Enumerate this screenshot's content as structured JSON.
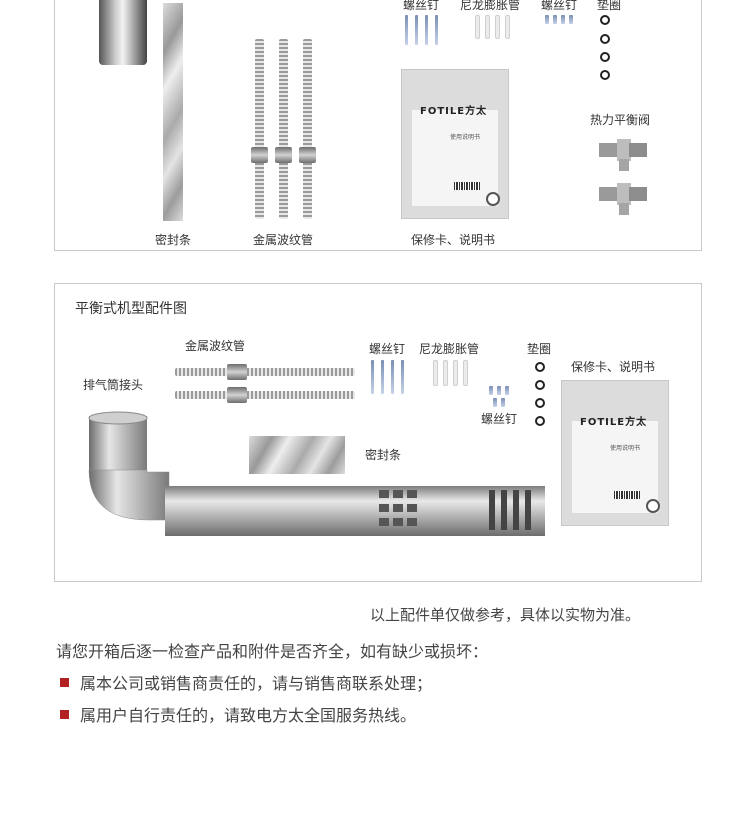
{
  "panel1": {
    "labels": {
      "screw_top": "螺丝钉",
      "nylon_anchor": "尼龙膨胀管",
      "screw_top2": "螺丝钉",
      "gasket": "垫圈",
      "thermal_valve": "热力平衡阀",
      "seal_strip": "密封条",
      "metal_hose": "金属波纹管",
      "warranty_manual": "保修卡、说明书"
    }
  },
  "panel2": {
    "title": "平衡式机型配件图",
    "labels": {
      "metal_hose": "金属波纹管",
      "screw": "螺丝钉",
      "nylon_anchor": "尼龙膨胀管",
      "gasket": "垫圈",
      "warranty_manual": "保修卡、说明书",
      "exhaust_joint": "排气筒接头",
      "screw2": "螺丝钉",
      "seal_strip": "密封条"
    }
  },
  "manual_card": {
    "brand": "FOTILE方太",
    "title": "使用说明书"
  },
  "notes": {
    "reference": "以上配件单仅做参考，具体以实物为准。",
    "instruction": "请您开箱后逐一检查产品和附件是否齐全，如有缺少或损坏：",
    "bullet1": "属本公司或销售商责任的，请与销售商联系处理；",
    "bullet2": "属用户自行责任的，请致电方太全国服务热线。"
  },
  "colors": {
    "bullet": "#b22222",
    "border": "#c9c9c9"
  }
}
